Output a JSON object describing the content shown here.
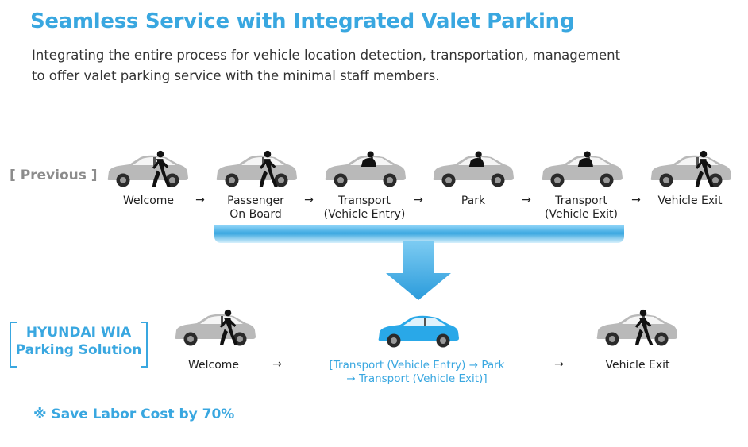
{
  "header": {
    "title": "Seamless Service with Integrated Valet Parking",
    "subtitle_line1": "Integrating the entire process for vehicle location detection, transportation, management",
    "subtitle_line2": "to offer valet parking service with the minimal staff members."
  },
  "previous": {
    "label": "[ Previous ]",
    "steps": [
      {
        "line1": "Welcome",
        "line2": "",
        "icon": "car-with-person-walking-icon"
      },
      {
        "line1": "Passenger",
        "line2": "On Board",
        "icon": "car-with-person-walking-icon"
      },
      {
        "line1": "Transport",
        "line2": "(Vehicle Entry)",
        "icon": "car-with-driver-icon"
      },
      {
        "line1": "Park",
        "line2": "",
        "icon": "car-with-driver-icon"
      },
      {
        "line1": "Transport",
        "line2": "(Vehicle Exit)",
        "icon": "car-with-driver-icon"
      },
      {
        "line1": "Vehicle Exit",
        "line2": "",
        "icon": "car-with-person-walking-icon"
      }
    ],
    "arrow": "→"
  },
  "solution": {
    "label_line1": "HYUNDAI WIA",
    "label_line2": "Parking Solution",
    "step1": "Welcome",
    "step2_line1": "[Transport (Vehicle Entry) → Park",
    "step2_line2": "→ Transport (Vehicle Exit)]",
    "step3": "Vehicle Exit",
    "arrow": "→"
  },
  "footnote": "※ Save Labor Cost by 70%",
  "colors": {
    "accent": "#39a7e0",
    "gray_car": "#b9b9b9",
    "blue_car": "#29a8e8",
    "label_gray": "#8c8c8c"
  }
}
